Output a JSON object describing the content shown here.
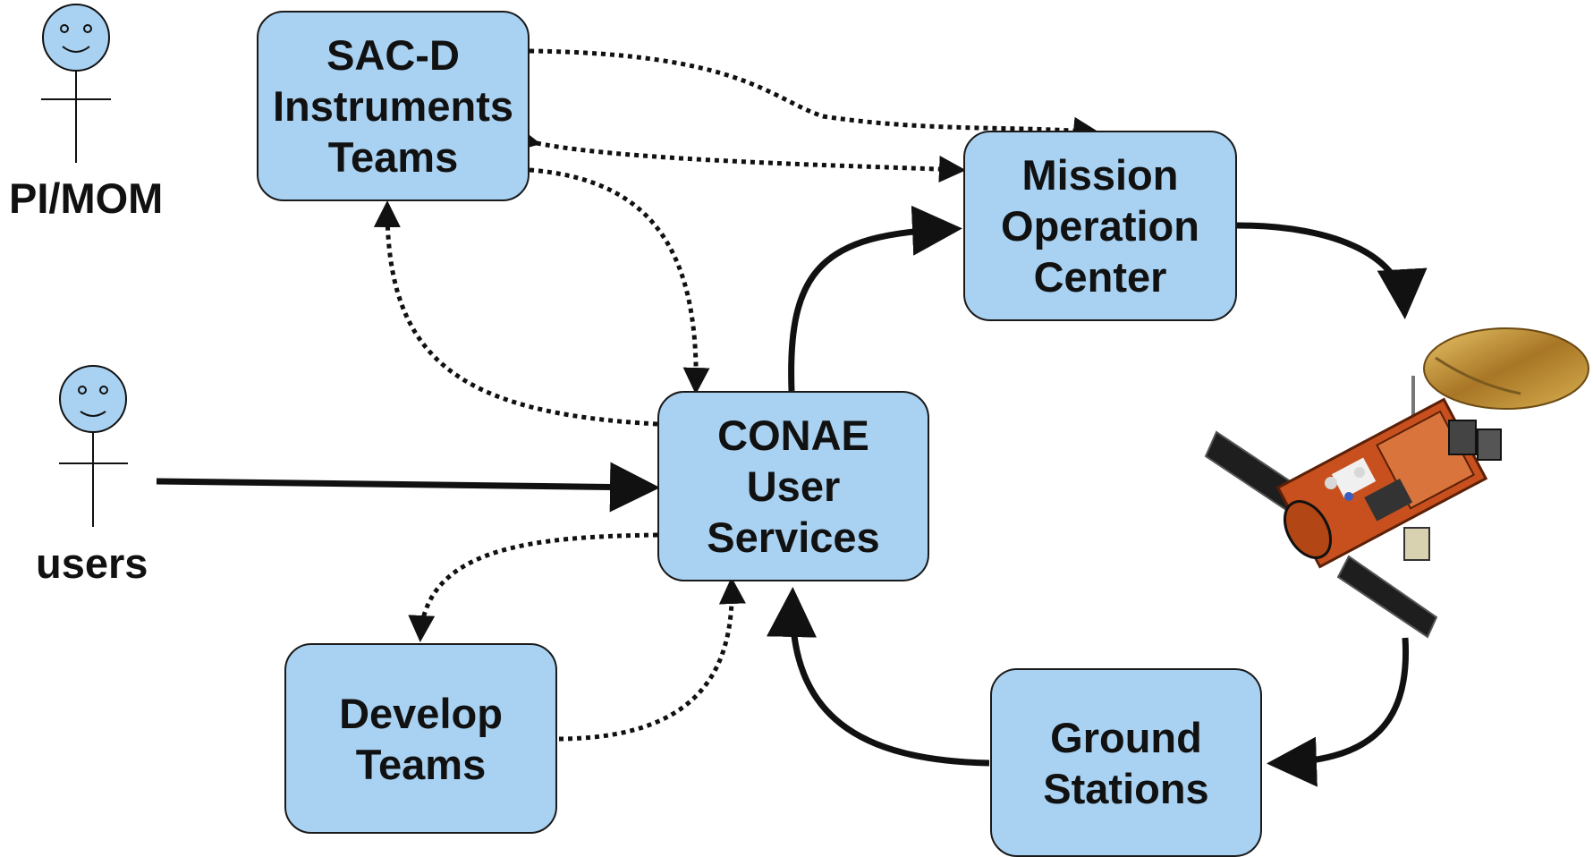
{
  "colors": {
    "box_fill": "#a9d2f2",
    "box_border": "#1a1a1a",
    "actor_face": "#a9d2f2",
    "arrow": "#111111",
    "satellite_body": "#c8501e",
    "satellite_foil": "#c89a3a",
    "solar_panel": "#1e1e1e"
  },
  "nodes": {
    "sacd": "SAC-D\nInstruments\nTeams",
    "moc": "Mission\nOperation\nCenter",
    "conae": "CONAE\nUser\nServices",
    "develop": "Develop\nTeams",
    "ground": "Ground\nStations"
  },
  "actors": {
    "pi_mom": "PI/MOM",
    "users": "users"
  },
  "icons": {
    "satellite": "satellite-illustration",
    "actor": "stick-figure-icon"
  }
}
